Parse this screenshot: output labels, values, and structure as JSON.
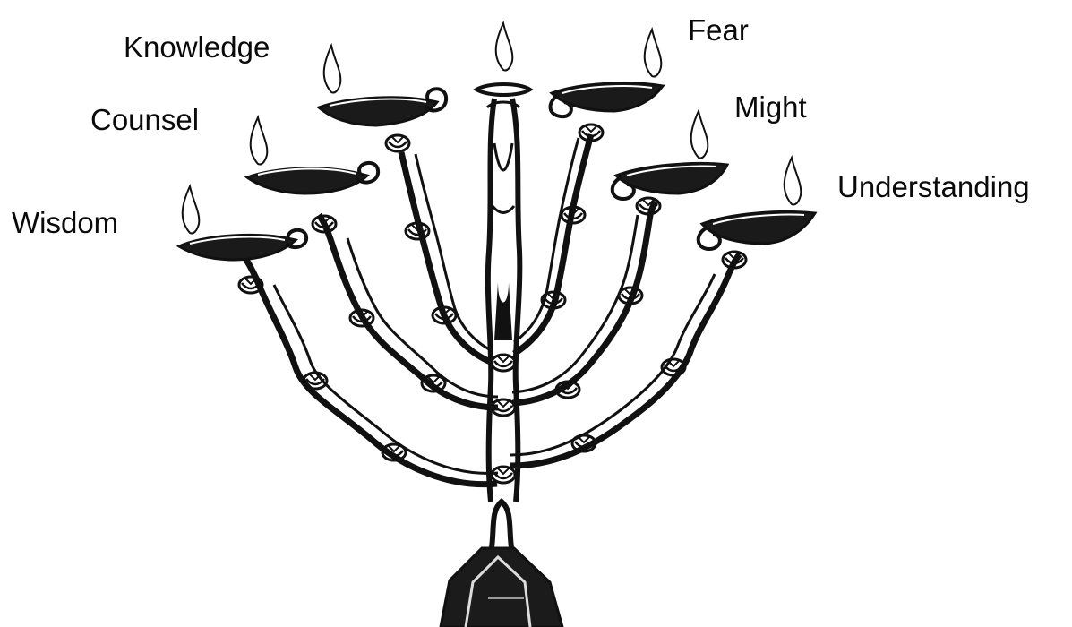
{
  "labels": {
    "knowledge": "Knowledge",
    "fear": "Fear",
    "counsel": "Counsel",
    "might": "Might",
    "wisdom": "Wisdom",
    "understanding": "Understanding"
  },
  "colors": {
    "ink": "#111111",
    "background": "#ffffff",
    "label": "#0a0a0a"
  },
  "illustration": {
    "subject": "seven-branched-lampstand",
    "lamp_count": 7
  }
}
